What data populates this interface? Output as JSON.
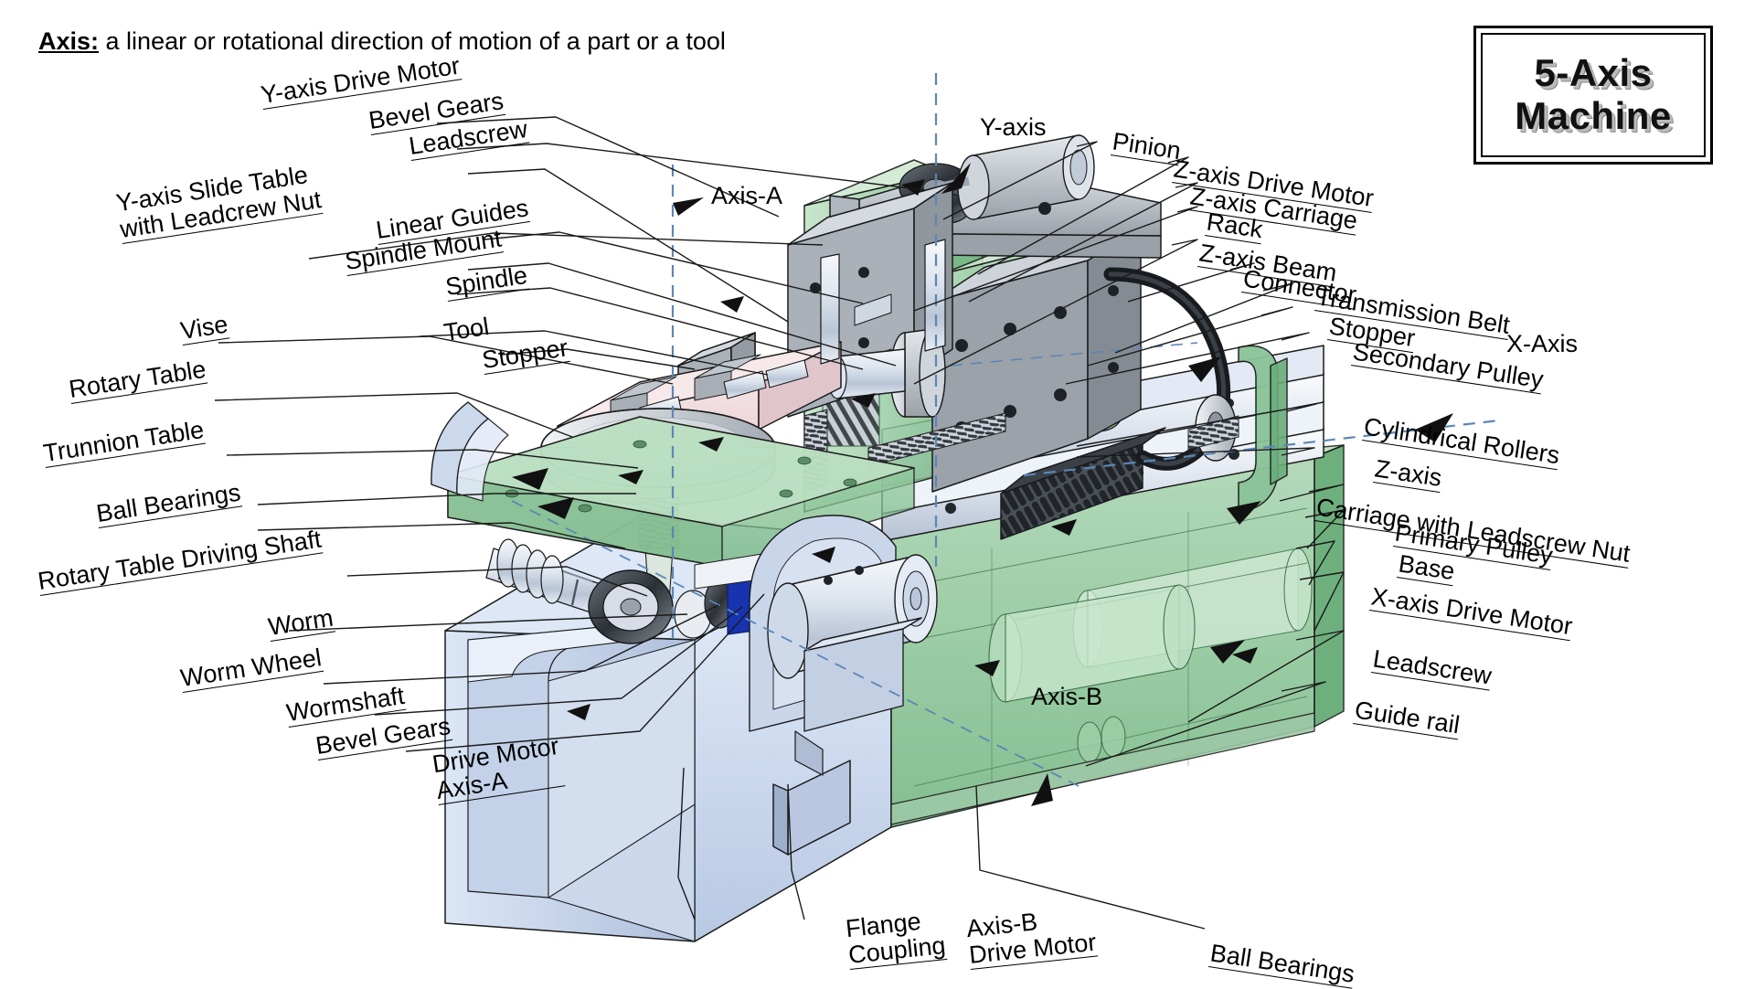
{
  "heading": {
    "term": "Axis:",
    "definition": " a linear or rotational direction of motion of a part or a tool"
  },
  "badge": {
    "line1": "5-Axis",
    "line2": "Machine"
  },
  "colors": {
    "body_blue": "#c6d4ea",
    "body_blue_light": "#dde6f4",
    "housing_green": "#8fc99a",
    "housing_green_light": "#bfe0c4",
    "metal_gray": "#b6bcc2",
    "metal_gray_light": "#d8dde2",
    "vise_pink": "#eed6d8",
    "axis_blue": "#5b87b5",
    "dark_steel": "#2f3338",
    "outline": "#1a1a1a",
    "blue_motor": "#1733b0"
  },
  "callouts": {
    "left": [
      {
        "id": "y-axis-drive-motor",
        "lines": [
          "Y-axis Drive Motor"
        ]
      },
      {
        "id": "bevel-gears-top",
        "lines": [
          "Bevel Gears"
        ]
      },
      {
        "id": "leadscrew-top",
        "lines": [
          "Leadscrew"
        ]
      },
      {
        "id": "y-axis-slide-table",
        "lines": [
          "Y-axis Slide Table",
          "with Leadcrew Nut"
        ]
      },
      {
        "id": "linear-guides",
        "lines": [
          "Linear Guides"
        ]
      },
      {
        "id": "spindle-mount",
        "lines": [
          "Spindle Mount"
        ]
      },
      {
        "id": "spindle",
        "lines": [
          "Spindle"
        ]
      },
      {
        "id": "vise",
        "lines": [
          "Vise"
        ]
      },
      {
        "id": "tool",
        "lines": [
          "Tool"
        ]
      },
      {
        "id": "stopper-left",
        "lines": [
          "Stopper"
        ]
      },
      {
        "id": "rotary-table",
        "lines": [
          "Rotary Table"
        ]
      },
      {
        "id": "trunnion-table",
        "lines": [
          "Trunnion Table"
        ]
      },
      {
        "id": "ball-bearings-left",
        "lines": [
          "Ball Bearings"
        ]
      },
      {
        "id": "rotary-table-driving-shaft",
        "lines": [
          "Rotary Table Driving Shaft"
        ]
      },
      {
        "id": "worm",
        "lines": [
          "Worm"
        ]
      },
      {
        "id": "worm-wheel",
        "lines": [
          "Worm Wheel"
        ]
      },
      {
        "id": "wormshaft",
        "lines": [
          "Wormshaft"
        ]
      },
      {
        "id": "bevel-gears-bottom",
        "lines": [
          "Bevel Gears"
        ]
      },
      {
        "id": "drive-motor-axis-a",
        "lines": [
          "Drive Motor",
          "Axis-A"
        ]
      }
    ],
    "bottom": [
      {
        "id": "flange-coupling",
        "lines": [
          "Flange",
          "Coupling"
        ]
      },
      {
        "id": "axis-b-drive-motor",
        "lines": [
          "Axis-B",
          "Drive Motor"
        ]
      },
      {
        "id": "ball-bearings-bottom",
        "lines": [
          "Ball Bearings"
        ]
      }
    ],
    "right": [
      {
        "id": "pinion",
        "lines": [
          "Pinion"
        ]
      },
      {
        "id": "z-axis-drive-motor",
        "lines": [
          "Z-axis Drive Motor"
        ]
      },
      {
        "id": "z-axis-carriage",
        "lines": [
          "Z-axis Carriage"
        ]
      },
      {
        "id": "rack",
        "lines": [
          "Rack"
        ]
      },
      {
        "id": "z-axis-beam",
        "lines": [
          "Z-axis Beam"
        ]
      },
      {
        "id": "connector",
        "lines": [
          "Connector"
        ]
      },
      {
        "id": "transmission-belt",
        "lines": [
          "Transmission Belt"
        ]
      },
      {
        "id": "stopper-right",
        "lines": [
          "Stopper"
        ]
      },
      {
        "id": "secondary-pulley",
        "lines": [
          "Secondary Pulley"
        ]
      },
      {
        "id": "cylindrical-rollers",
        "lines": [
          "Cylindrical Rollers"
        ]
      },
      {
        "id": "z-axis",
        "lines": [
          "Z-axis"
        ]
      },
      {
        "id": "carriage-with-leadscrew-nut",
        "lines": [
          "Carriage with Leadscrew Nut"
        ]
      },
      {
        "id": "primary-pulley",
        "lines": [
          "Primary Pulley"
        ]
      },
      {
        "id": "base",
        "lines": [
          "Base"
        ]
      },
      {
        "id": "x-axis-drive-motor",
        "lines": [
          "X-axis Drive Motor"
        ]
      },
      {
        "id": "leadscrew-right",
        "lines": [
          "Leadscrew"
        ]
      },
      {
        "id": "guide-rail",
        "lines": [
          "Guide rail"
        ]
      }
    ],
    "axes": [
      {
        "id": "axis-label-y",
        "lines": [
          "Y-axis"
        ]
      },
      {
        "id": "axis-label-a-top",
        "lines": [
          "Axis-A"
        ]
      },
      {
        "id": "axis-label-x",
        "lines": [
          "X-Axis"
        ]
      },
      {
        "id": "axis-label-b",
        "lines": [
          "Axis-B"
        ]
      }
    ]
  }
}
